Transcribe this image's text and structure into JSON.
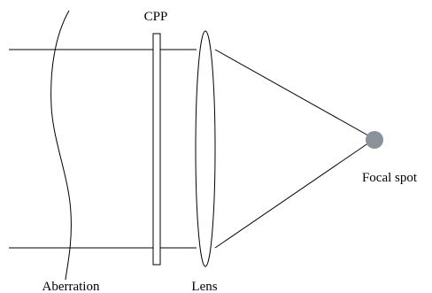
{
  "labels": {
    "cpp": "CPP",
    "focal_spot": "Focal spot",
    "aberration": "Aberration",
    "lens": "Lens"
  },
  "colors": {
    "line": "#000000",
    "focal_spot": "#8a9399"
  }
}
